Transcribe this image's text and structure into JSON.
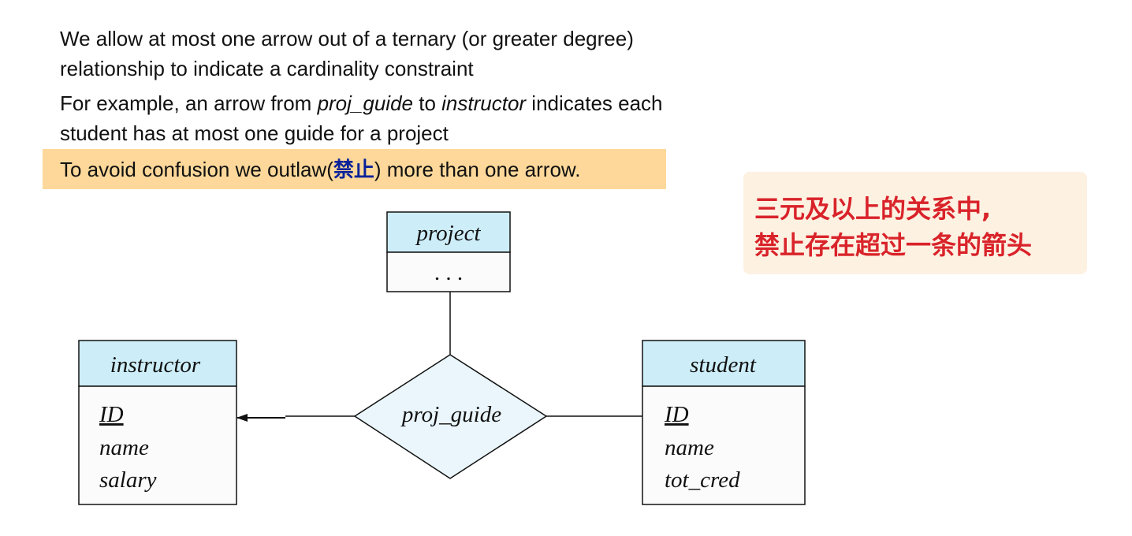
{
  "text": {
    "p1_line1": "We allow at most one arrow out of a ternary (or greater degree)",
    "p1_line2": "relationship to indicate a cardinality constraint",
    "p2_a": "For example, an arrow from ",
    "p2_b": "proj_guide",
    "p2_c": " to ",
    "p2_d": "instructor",
    "p2_e": " indicates each",
    "p2_line2": "student has at most one guide for a project",
    "p3_a": "To avoid confusion we outlaw(",
    "p3_accent": "禁止",
    "p3_b": ") more than one arrow."
  },
  "callout": {
    "line1": "三元及以上的关系中,",
    "line2": "禁止存在超过一条的箭头"
  },
  "diagram": {
    "project": {
      "name": "project",
      "body": ". . ."
    },
    "instructor": {
      "name": "instructor",
      "attrs": [
        "ID",
        "name",
        "salary"
      ]
    },
    "student": {
      "name": "student",
      "attrs": [
        "ID",
        "name",
        "tot_cred"
      ]
    },
    "relationship": "proj_guide"
  },
  "colors": {
    "entity_header": "#cdeef9",
    "entity_body": "#fbfbfb",
    "diamond_fill": "#eaf6fb",
    "highlight": "#fdd89a",
    "callout_bg": "#fdf1e2",
    "callout_text": "#d9232a",
    "accent_text": "#0b2299"
  }
}
